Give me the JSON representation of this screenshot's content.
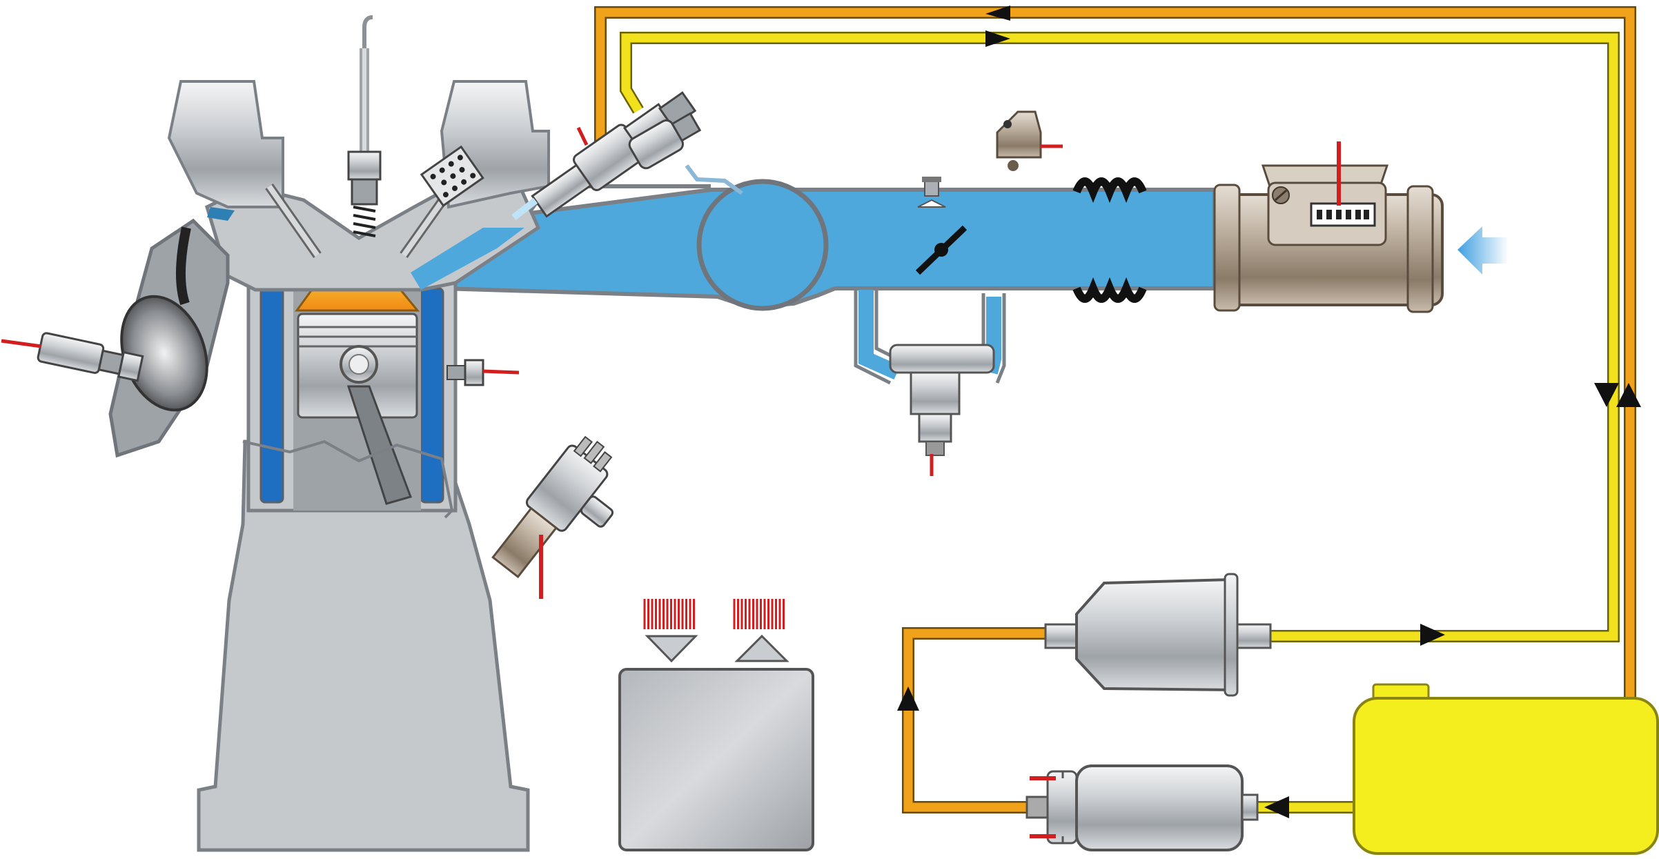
{
  "diagram": {
    "colors": {
      "intake_air": "#4FA8DC",
      "intake_air_dark": "#2E7FB4",
      "coolant_jacket": "#1E6FC1",
      "supply_line": "#F2E21E",
      "return_line": "#F0A21A",
      "fuel_tank": "#F5EE1E",
      "engine_block": "#C6C9CC",
      "combustion": "#F4A41E",
      "sensor_wire": "#D21E1E",
      "component_metal": "#BFC3C7"
    },
    "components": [
      {
        "id": "engine-block",
        "icon": "engine-cylinder-icon"
      },
      {
        "id": "piston",
        "icon": "piston-icon"
      },
      {
        "id": "spark-plug",
        "icon": "spark-plug-icon"
      },
      {
        "id": "fuel-injector",
        "icon": "fuel-injector-icon"
      },
      {
        "id": "throttle-valve",
        "icon": "throttle-valve-icon"
      },
      {
        "id": "air-flow-meter",
        "icon": "air-flow-meter-icon"
      },
      {
        "id": "pressure-regulator",
        "icon": "pressure-regulator-icon"
      },
      {
        "id": "fuel-filter",
        "icon": "fuel-filter-icon"
      },
      {
        "id": "fuel-pump",
        "icon": "fuel-pump-icon"
      },
      {
        "id": "fuel-tank",
        "icon": "fuel-tank-icon"
      },
      {
        "id": "ecu",
        "icon": "ecu-icon"
      },
      {
        "id": "ignition-distributor",
        "icon": "distributor-icon"
      },
      {
        "id": "lambda-sensor",
        "icon": "lambda-sensor-icon"
      },
      {
        "id": "temperature-sensor",
        "icon": "temperature-sensor-icon"
      },
      {
        "id": "auxiliary-air-valve",
        "icon": "auxiliary-air-valve-icon"
      },
      {
        "id": "pressure-sensor",
        "icon": "pressure-sensor-icon"
      }
    ]
  }
}
